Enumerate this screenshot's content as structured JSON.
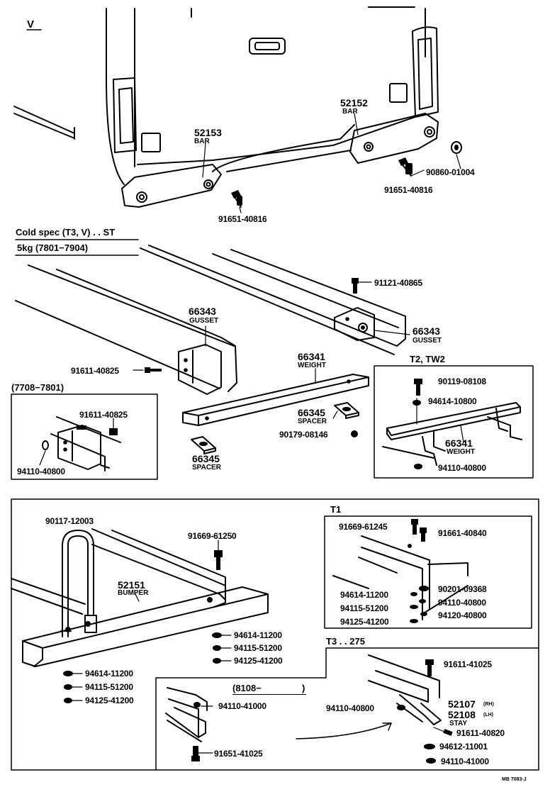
{
  "section_v": {
    "title": "V",
    "p52153": {
      "num": "52153",
      "name": "BAR"
    },
    "p52152": {
      "num": "52152",
      "name": "BAR"
    },
    "bolt_left": "91651-40816",
    "bolt_right": "91651-40816",
    "nut": "90860-01004"
  },
  "section_cold": {
    "line1": "Cold spec (T3, V) . . ST",
    "line2": "5kg (7801−7904)",
    "bolt_top": "91121-40865",
    "gusset_left": {
      "num": "66343",
      "name": "GUSSET"
    },
    "gusset_right": {
      "num": "66343",
      "name": "GUSSET"
    },
    "bolt_mid": "91611-40825",
    "weight": {
      "num": "66341",
      "name": "WEIGHT"
    },
    "spacer_right": {
      "num": "66345",
      "name": "SPACER"
    },
    "spacer_left": {
      "num": "66345",
      "name": "SPACER"
    },
    "nut_mid": "90179-08146"
  },
  "box_7708": {
    "title": "(7708−7801)",
    "bolt": "91611-40825",
    "washer": "94110-40800"
  },
  "box_t2": {
    "title": "T2, TW2",
    "bolt": "90119-08108",
    "washer1": "94614-10800",
    "weight": {
      "num": "66341",
      "name": "WEIGHT"
    },
    "washer2": "94110-40800"
  },
  "section_bumper": {
    "ubolt": "90117-12003",
    "bolt": "91669-61250",
    "bumper": {
      "num": "52151",
      "name": "BUMPER"
    },
    "w1": "94614-11200",
    "w2": "94115-51200",
    "w3": "94125-41200",
    "wl1": "94614-11200",
    "wl2": "94115-51200",
    "wl3": "94125-41200"
  },
  "box_t1": {
    "title": "T1",
    "b1": "91669-61245",
    "b2": "91661-40840",
    "w1": "94614-11200",
    "w2": "90201-09368",
    "w3": "94115-51200",
    "w4": "94110-40800",
    "w5": "94125-41200",
    "w6": "94120-40800"
  },
  "box_t3": {
    "title": "T3 . . 275",
    "b1": "91611-41025",
    "w1": "94110-40800",
    "stay_rh": "52107",
    "stay_rh_tag": "(RH)",
    "stay_lh": "52108",
    "stay_lh_tag": "(LH)",
    "stay_name": "STAY",
    "b2": "91611-40820",
    "w2": "94612-11001",
    "w3": "94110-41000"
  },
  "box_8108": {
    "title": "(8108−",
    "title_end": ")",
    "washer": "94110-41000",
    "bolt": "91651-41025"
  },
  "footer": {
    "code": "MB 7083-J"
  }
}
